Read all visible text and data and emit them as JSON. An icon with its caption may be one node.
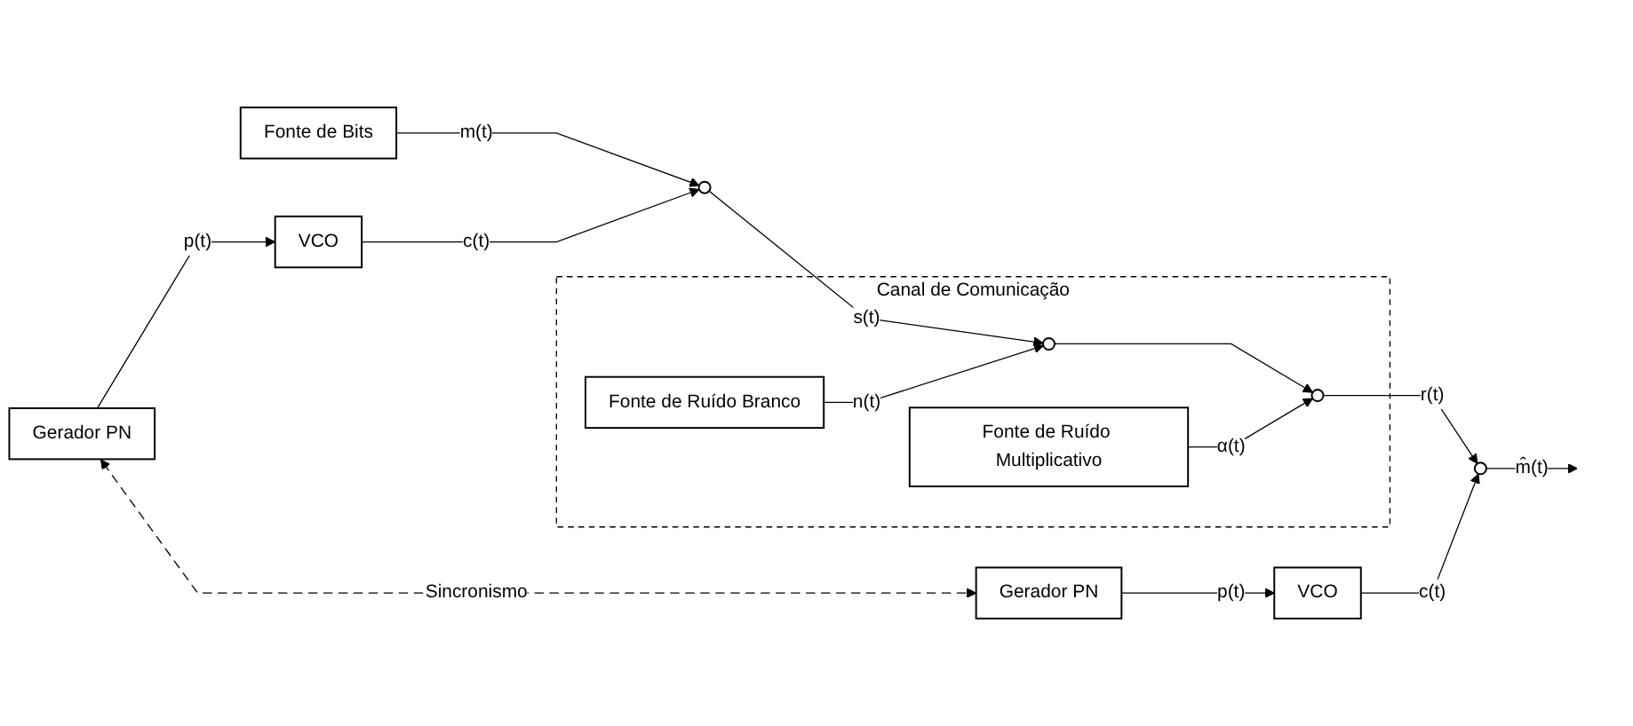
{
  "diagram": {
    "nodes": [
      {
        "text": [
          "Fonte de Bits"
        ]
      },
      {
        "text": [],
        "shape": "circle"
      },
      {
        "text": [
          "Canal de Comunicação"
        ]
      },
      {
        "text": [],
        "shape": "circle",
        "in": 2
      },
      {
        "text": [],
        "shape": "circle",
        "in": 2
      },
      {
        "text": [
          "Fonte de Ruído Branco"
        ],
        "in": 2
      },
      {
        "text": [
          "Fonte de Ruído Multiplicativo"
        ],
        "in": 2
      },
      {
        "text": [],
        "shape": "circle"
      },
      {
        "text": [
          "VCO"
        ]
      },
      {
        "text": [
          "Gerador PN"
        ]
      },
      {
        "text": [
          "VCO"
        ]
      },
      {
        "text": [
          "Gerador PN"
        ]
      }
    ],
    "edges": [
      {
        "from": 0,
        "to": 1,
        "label": "m(t)",
        "arrow": "to"
      },
      {
        "from": 1,
        "to": 3,
        "label": "s(t)",
        "arrow": "to"
      },
      {
        "from": 3,
        "to": 4,
        "arrow": "to"
      },
      {
        "from": 4,
        "to": 7,
        "label": "r(t)",
        "arrow": "to"
      },
      {
        "from": 7,
        "to": null,
        "label": "m̂(t)",
        "arrow": "to"
      },
      {
        "from": 8,
        "to": 1,
        "label": "c(t)",
        "arrow": "to"
      },
      {
        "from": 9,
        "to": 8,
        "label": "p(t)",
        "arrow": "to"
      },
      {
        "from": 5,
        "to": 3,
        "label": "n(t)",
        "arrow": "to"
      },
      {
        "from": 6,
        "to": 4,
        "label": "α(t)",
        "arrow": "to"
      },
      {
        "from": 10,
        "to": 7,
        "label": "c(t)",
        "arrow": "to"
      },
      {
        "from": 11,
        "to": 10,
        "label": "p(t)",
        "arrow": "to"
      },
      {
        "from": 9,
        "to": 11,
        "label": "Sincronismo",
        "arrow": "both",
        "style": "dashed"
      }
    ]
  }
}
